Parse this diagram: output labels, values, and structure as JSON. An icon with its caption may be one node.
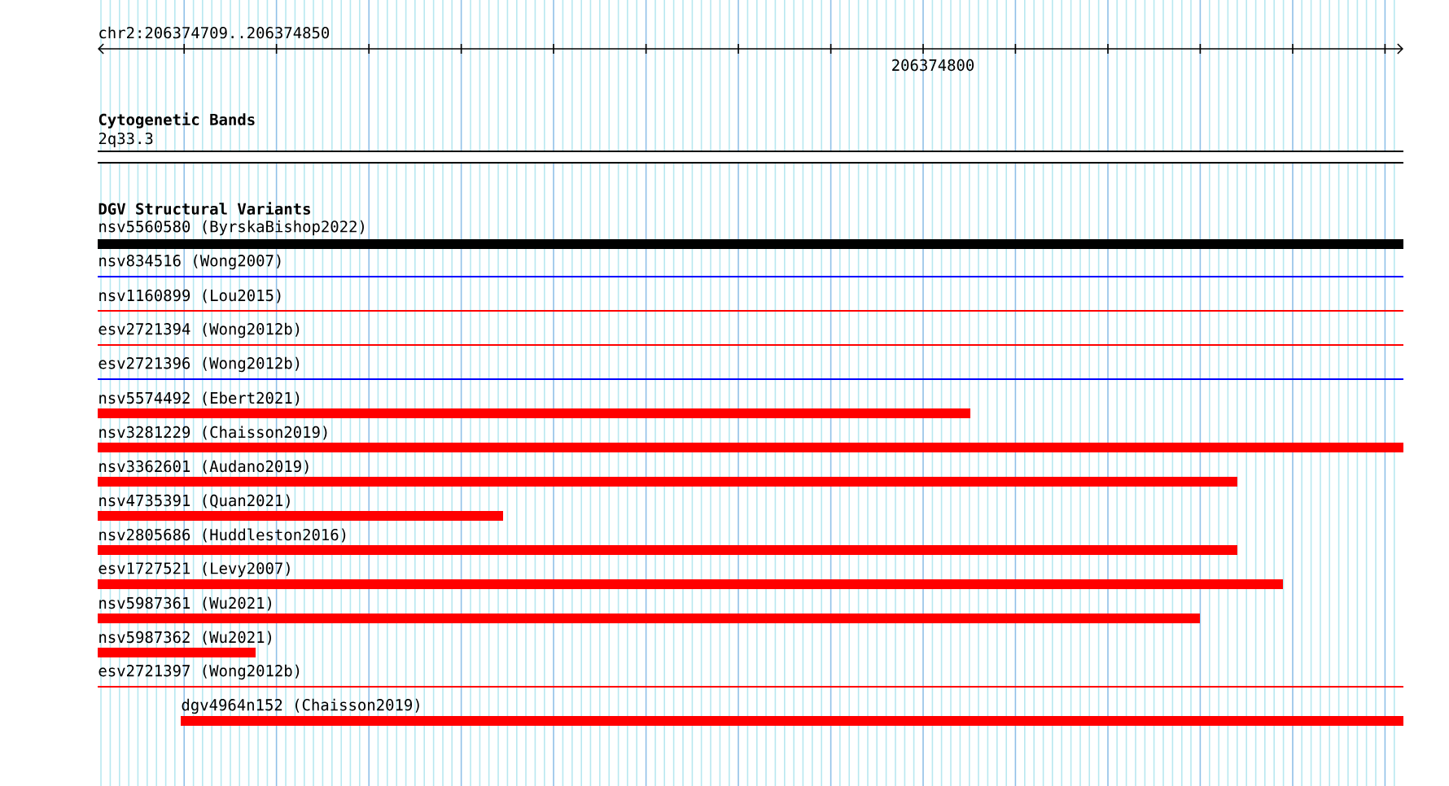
{
  "diagram": {
    "nodes": [
      {
        "text": [
          "2q33.3"
        ]
      },
      {
        "text": [
          "nsv5560580 (ByrskaBishop2022)"
        ]
      },
      {
        "text": [
          "nsv834516 (Wong2007)"
        ]
      },
      {
        "text": [
          "nsv1160899 (Lou2015)"
        ]
      },
      {
        "text": [
          "esv2721394 (Wong2012b)"
        ]
      },
      {
        "text": [
          "esv2721396 (Wong2012b)"
        ]
      },
      {
        "text": [
          "nsv5574492 (Ebert2021)"
        ]
      },
      {
        "text": [
          "nsv3281229 (Chaisson2019)"
        ]
      },
      {
        "text": [
          "nsv3362601 (Audano2019)"
        ]
      },
      {
        "text": [
          "nsv4735391 (Quan2021)"
        ]
      },
      {
        "text": [
          "nsv2805686 (Huddleston2016)"
        ]
      },
      {
        "text": [
          "esv1727521 (Levy2007)"
        ]
      },
      {
        "text": [
          "nsv5987361 (Wu2021)"
        ]
      },
      {
        "text": [
          "nsv5987362 (Wu2021)"
        ]
      },
      {
        "text": [
          "esv2721397 (Wong2012b)"
        ]
      },
      {
        "text": [
          "dgv4964n152 (Chaisson2019)"
        ]
      }
    ],
    "labels": [
      "chr2:206374709..206374850",
      "206374800",
      "Cytogenetic Bands",
      "DGV Structural Variants"
    ]
  }
}
